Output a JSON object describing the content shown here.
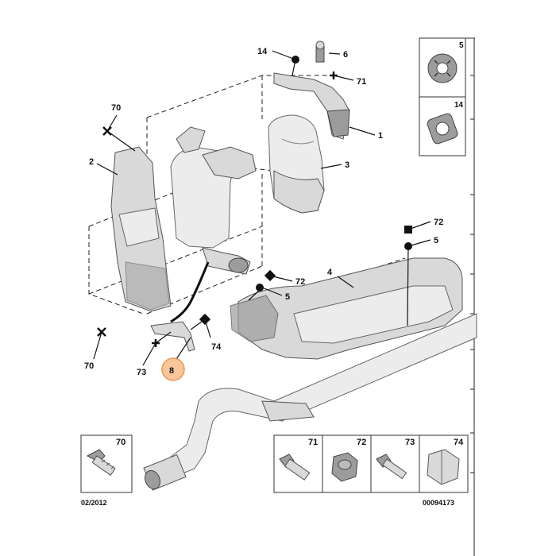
{
  "diagram": {
    "date_code": "02/2012",
    "ref_code": "00094173",
    "highlighted_callout": "8",
    "accent_color": "#f2b27a",
    "callouts": {
      "c1": "1",
      "c2": "2",
      "c3": "3",
      "c4": "4",
      "c5a": "5",
      "c5b": "5",
      "c6": "6",
      "c8": "8",
      "c14": "14",
      "c70a": "70",
      "c70b": "70",
      "c71": "71",
      "c72a": "72",
      "c72b": "72",
      "c73": "73",
      "c74": "74"
    },
    "side_panel": {
      "top_label": "5",
      "bottom_label": "14"
    },
    "fastener_panels": {
      "left": {
        "label": "70"
      },
      "right": [
        "71",
        "72",
        "73",
        "74"
      ]
    }
  }
}
